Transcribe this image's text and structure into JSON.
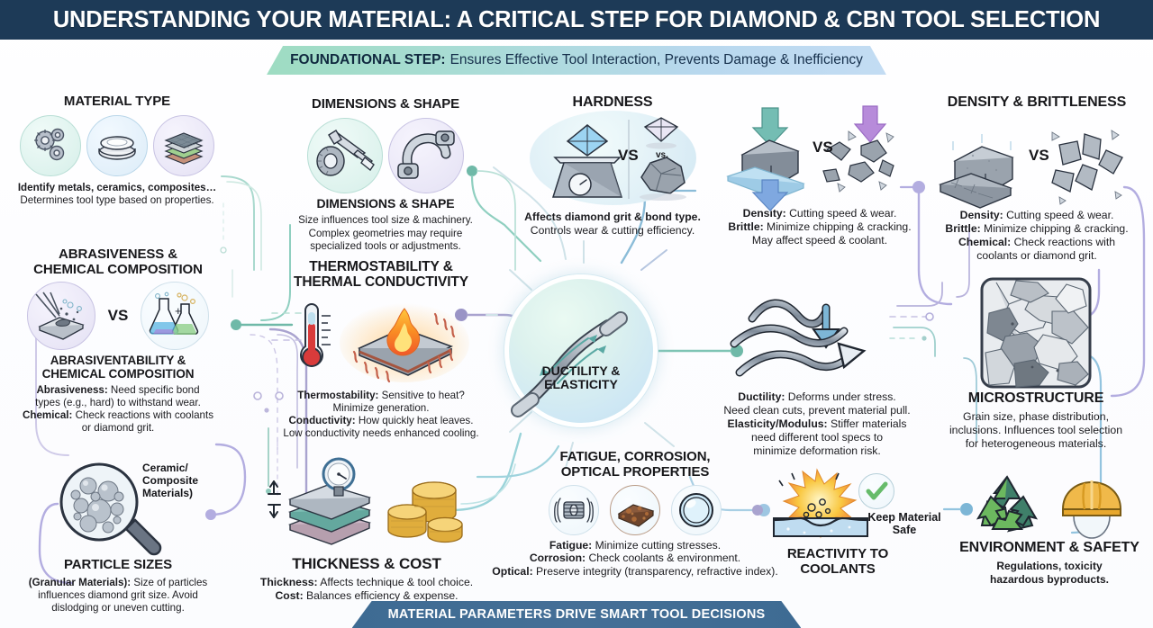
{
  "header": {
    "title": "UNDERSTANDING YOUR MATERIAL: A CRITICAL STEP FOR DIAMOND & CBN TOOL SELECTION",
    "subtitle_label": "FOUNDATIONAL STEP:",
    "subtitle_text": "Ensures Effective Tool Interaction, Prevents Damage & Inefficiency"
  },
  "footer": {
    "text": "MATERIAL PARAMETERS DRIVE SMART TOOL DECISIONS"
  },
  "colors": {
    "header_bg": "#1d3a57",
    "footer_bg": "#3e6b93",
    "subtitle_from": "#9edcc2",
    "subtitle_to": "#c3dcf3",
    "teal_line": "#7ec4b4",
    "lilac_line": "#a9a3cf",
    "blue_line": "#8bbcd8",
    "page_bg": "#ffffff"
  },
  "nodes": {
    "material_type": {
      "heading": "MATERIAL TYPE",
      "line1": "Identify metals, ceramics, composites…",
      "line2": "Determines tool type based on properties.",
      "icons": [
        "gears-icon",
        "ceramic-discs-icon",
        "composite-layers-icon"
      ]
    },
    "abrasiveness": {
      "heading_top": "ABRASIVENESS &",
      "heading_top2": "CHEMICAL COMPOSITION",
      "heading_bot": "ABRASIVENTABILITY &",
      "heading_bot2": "CHEMICAL COMPOSITION",
      "line1_label": "Abrasiveness:",
      "line1_text": " Need specific bond",
      "line2": "types (e.g., hard) to withstand wear.",
      "line3_label": "Chemical:",
      "line3_text": " Check reactions with coolants",
      "line4": "or diamond grit.",
      "vs": "VS",
      "icons": [
        "abrasive-grit-plate-icon",
        "chemical-flasks-icon"
      ]
    },
    "particle_sizes": {
      "callout_l1": "Ceramic/",
      "callout_l2": "Composite",
      "callout_l3": "Materials)",
      "heading": "PARTICLE SIZES",
      "line1_label": "(Granular Materials):",
      "line1_text": " Size of particles",
      "line2": "influences diamond grit size. Avoid",
      "line3": "dislodging or uneven cutting.",
      "icons": [
        "magnifier-particles-icon"
      ]
    },
    "dimensions": {
      "heading_top": "DIMENSIONS & SHAPE",
      "heading_bot": "DIMENSIONS & SHAPE",
      "line1": "Size influences tool size & machinery.",
      "line2": "Complex geometries may require",
      "line3": "specialized tools or adjustments.",
      "icons": [
        "caliper-icon",
        "curved-part-icon"
      ]
    },
    "thermostability": {
      "heading1": "THERMOSTABILITY &",
      "heading2": "THERMAL CONDUCTIVITY",
      "line1_label": "Thermostability:",
      "line1_text": " Sensitive to heat?",
      "line2": "Minimize generation.",
      "line3_label": "Conductivity:",
      "line3_text": " How quickly heat leaves.",
      "line4": "Low conductivity needs enhanced cooling.",
      "icons": [
        "thermometer-icon",
        "flame-plate-icon"
      ]
    },
    "thickness_cost": {
      "heading": "THICKNESS & COST",
      "line1_label": "Thickness:",
      "line1_text": " Affects technique & tool choice.",
      "line2_label": "Cost:",
      "line2_text": " Balances efficiency & expense.",
      "icons": [
        "gauge-layers-icon",
        "coin-stacks-icon"
      ]
    },
    "hardness": {
      "heading": "HARDNESS",
      "line1": "Affects diamond grit & bond type.",
      "line2": "Controls wear & cutting efficiency.",
      "vs_big": "VS",
      "vs_small": "vs.",
      "icons": [
        "diamond-scale-icon",
        "diamond-icon",
        "rock-icon"
      ]
    },
    "hub": {
      "label1": "DUCTILITY &",
      "label2": "ELASTICITY",
      "icon": "bending-rod-icon"
    },
    "fatigue": {
      "heading1": "FATIGUE, CORROSION,",
      "heading2": "OPTICAL PROPERTIES",
      "line1_label": "Fatigue:",
      "line1_text": " Minimize cutting stresses.",
      "line2_label": "Corrosion:",
      "line2_text": " Check coolants & environment.",
      "line3_label": "Optical:",
      "line3_text": " Preserve integrity (transparency, refractive index).",
      "icons": [
        "vibrating-gear-icon",
        "rusted-block-icon",
        "optical-lens-icon"
      ]
    },
    "density_center": {
      "line1_label": "Density:",
      "line1_text": " Cutting speed & wear.",
      "line2_label": "Brittle:",
      "line2_text": " Minimize chipping & cracking.",
      "line3": "May affect speed & coolant.",
      "vs": "VS",
      "icons": [
        "compressed-cube-icon",
        "shattering-rock-icon"
      ]
    },
    "ductility_text": {
      "line1_label": "Ductility:",
      "line1_text": " Deforms under stress.",
      "line2": "Need clean cuts, prevent material pull.",
      "line3_label": "Elasticity/Modulus:",
      "line3_text": " Stiffer materials",
      "line4": "need different tool specs to",
      "line5": "minimize deformation risk.",
      "icons": [
        "bending-arrows-icon"
      ]
    },
    "reactivity": {
      "heading1": "REACTIVITY TO",
      "heading2": "COOLANTS",
      "badge1": "Keep Material",
      "badge2": "Safe",
      "icons": [
        "chemical-reaction-icon",
        "green-check-icon"
      ]
    },
    "density_brittleness": {
      "heading": "DENSITY & BRITTLENESS",
      "line1_label": "Density:",
      "line1_text": " Cutting speed & wear.",
      "line2_label": "Brittle:",
      "line2_text": " Minimize chipping & cracking.",
      "line3_label": "Chemical:",
      "line3_text": " Check reactions with",
      "line4": "coolants or diamond grit.",
      "vs": "VS",
      "icons": [
        "dense-block-icon",
        "shattered-pieces-icon"
      ]
    },
    "microstructure": {
      "heading": "MICROSTRUCTURE",
      "line1": "Grain size, phase distribution,",
      "line2": "inclusions. Influences tool selection",
      "line3": "for heterogeneous materials.",
      "icons": [
        "grain-structure-icon"
      ]
    },
    "environment": {
      "heading": "ENVIRONMENT & SAFETY",
      "line1": "Regulations, toxicity",
      "line2": "hazardous byproducts.",
      "icons": [
        "recycle-icon",
        "hard-hat-icon"
      ]
    }
  }
}
